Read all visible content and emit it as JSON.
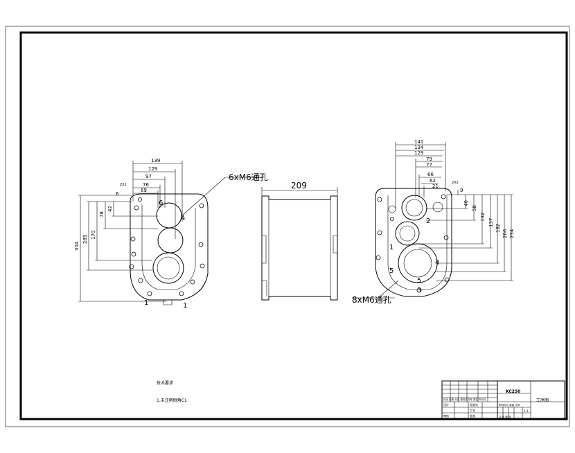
{
  "left_view": {
    "callout": "6xM6通孔",
    "dims_top": [
      "139",
      "129",
      "97",
      "76",
      "69"
    ],
    "dims_left": [
      "304",
      "285",
      "170",
      "78",
      "42"
    ],
    "small_labels": [
      "6",
      "2X1"
    ],
    "part_labels": [
      "6",
      "4",
      "1",
      "1"
    ]
  },
  "middle_view": {
    "width_dim": "209"
  },
  "right_view": {
    "callout": "8xM6通孔",
    "dims_top": [
      "141",
      "134",
      "129",
      "79",
      "77",
      "66",
      "62",
      "21"
    ],
    "dims_right": [
      "9",
      "40",
      "58",
      "132",
      "137",
      "182",
      "206",
      "234"
    ],
    "small_labels": [
      "2X2"
    ],
    "part_labels": [
      "2",
      "1",
      "4",
      "5",
      "5",
      "3"
    ]
  },
  "notes": {
    "note1": "技术要求",
    "note2": "1.未注明倒角C1"
  },
  "title_block": {
    "drawing_name": "KC250",
    "sheet_title": "工序图",
    "row_label_1": "标记 处数 分区 更改文件号 签名 年月日",
    "row_label_2": "设计",
    "row_label_3": "标准化",
    "row_label_4": "审核",
    "row_label_5": "工艺",
    "row_label_6": "批准",
    "stage_label": "阶段标记 重量 比例",
    "scale": "1:1",
    "sheet_info": "共 张 第 张"
  }
}
